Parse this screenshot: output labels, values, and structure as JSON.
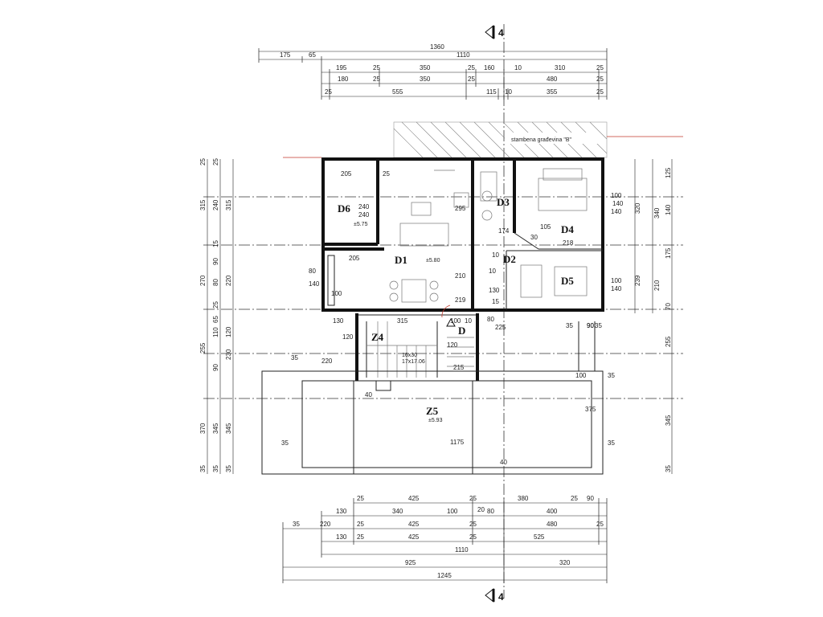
{
  "section_label": "4",
  "neighbor_label": "stambena građevina \"B\"",
  "rooms": {
    "d1": "D1",
    "d2": "D2",
    "d3": "D3",
    "d4": "D4",
    "d5": "D5",
    "d6": "D6",
    "z4": "Z4",
    "z5": "Z5",
    "d": "D"
  },
  "levels": {
    "d1": "±5.80",
    "d6": "±5.75",
    "z5": "±5.93"
  },
  "stair": {
    "size": "16x30",
    "steps": "17x17.06"
  },
  "top_dims": {
    "row1": [
      "1360"
    ],
    "row2": [
      "175",
      "65",
      "1110"
    ],
    "row3": [
      "195",
      "25",
      "350",
      "25",
      "160",
      "10",
      "310",
      "25"
    ],
    "row4": [
      "180",
      "25",
      "350",
      "25",
      "480",
      "25"
    ],
    "row5": [
      "25",
      "555",
      "115",
      "10",
      "355",
      "25"
    ]
  },
  "bottom_dims": {
    "row1": [
      "25",
      "425",
      "25",
      "380",
      "25",
      "90"
    ],
    "row2": [
      "130",
      "340",
      "100",
      "20",
      "80",
      "400"
    ],
    "row3": [
      "35",
      "220",
      "25",
      "425",
      "25",
      "480",
      "25"
    ],
    "row4": [
      "130",
      "25",
      "425",
      "25",
      "525"
    ],
    "row5": [
      "1110"
    ],
    "row6": [
      "925",
      "320"
    ],
    "row7": [
      "1245"
    ]
  },
  "left_dims": [
    "25",
    "315",
    "270",
    "255",
    "370",
    "35",
    "25",
    "240",
    "15",
    "90",
    "80",
    "25",
    "65",
    "110",
    "90",
    "345",
    "35",
    "315",
    "220",
    "120",
    "230",
    "345",
    "35"
  ],
  "right_dims": [
    "125",
    "340",
    "140",
    "175",
    "210",
    "70",
    "255",
    "345",
    "35",
    "320",
    "140",
    "35",
    "239",
    "100",
    "140"
  ],
  "inner_dims": [
    "205",
    "25",
    "240",
    "240",
    "205",
    "80",
    "140",
    "100",
    "130",
    "315",
    "100",
    "10",
    "120",
    "120",
    "220",
    "35",
    "35",
    "1175",
    "375",
    "100",
    "35",
    "35",
    "40",
    "215",
    "295",
    "210",
    "219",
    "40",
    "10",
    "90",
    "130",
    "15",
    "80",
    "225",
    "218",
    "100",
    "140",
    "35",
    "90",
    "174",
    "30",
    "105",
    "10"
  ]
}
